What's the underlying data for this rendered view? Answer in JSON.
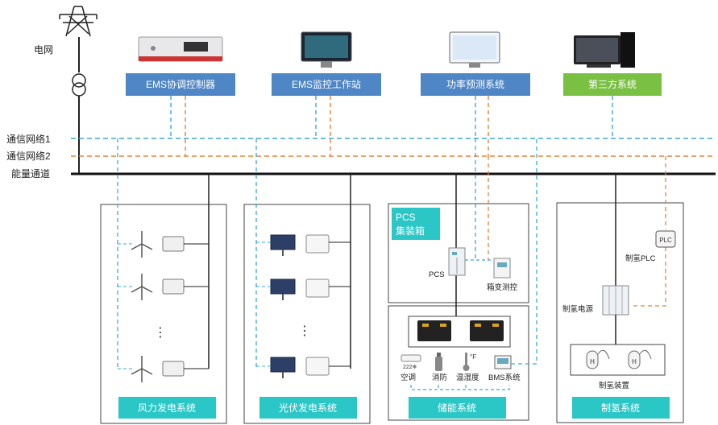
{
  "grid_label": "电网",
  "top_boxes": [
    {
      "id": "ems-controller",
      "label": "EMS协调控制器",
      "color": "#4f86c6"
    },
    {
      "id": "ems-workstation",
      "label": "EMS监控工作站",
      "color": "#4f86c6"
    },
    {
      "id": "power-forecast",
      "label": "功率预测系统",
      "color": "#4f86c6"
    },
    {
      "id": "third-party",
      "label": "第三方系统",
      "color": "#7ac143"
    }
  ],
  "bus_lines": {
    "comm1": "通信网络1",
    "comm2": "通信网络2",
    "energy": "能量通道"
  },
  "systems": {
    "wind": "风力发电系统",
    "pv": "光伏发电系统",
    "storage": "储能系统",
    "hydrogen": "制氢系统"
  },
  "pcs_container": {
    "title_line1": "PCS",
    "title_line2": "集装箱",
    "pcs": "PCS",
    "transformer_monitor": "箱变测控"
  },
  "storage_items": {
    "ac": "空调",
    "fire": "消防",
    "temp": "温湿度",
    "bms": "BMS系统",
    "ac_text": "222❄",
    "temp_unit": "°F"
  },
  "hydrogen_items": {
    "plc": "制氢PLC",
    "plc_icon": "PLC",
    "power": "制氢电源",
    "device": "制氢装置",
    "h": "H"
  },
  "ellipsis": "⋮",
  "colors": {
    "blue_dash": "#3aa9d8",
    "orange_dash": "#e5823a",
    "teal": "#2bc6c6",
    "bus": "#111111"
  }
}
